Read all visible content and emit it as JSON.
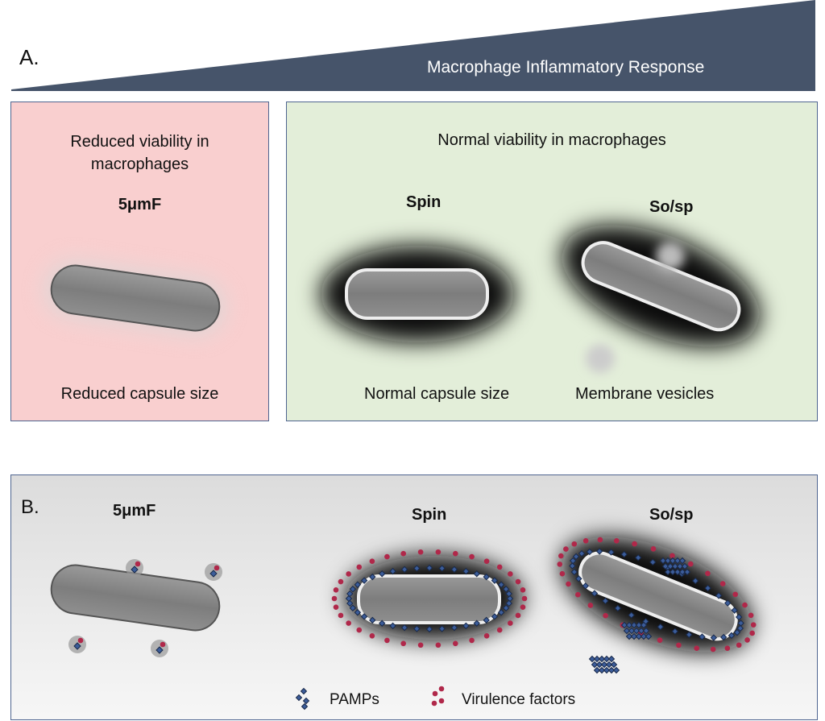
{
  "colors": {
    "triangle": "#46546a",
    "panel_red": "#f9cfcf",
    "panel_green": "#e3eed9",
    "border": "#4f6590",
    "pamp": "#2e4a7d",
    "virulence": "#b0284a"
  },
  "panel_a": {
    "label": "A.",
    "gradient_label": "Macrophage Inflammatory Response",
    "left": {
      "heading_line1": "Reduced viability in",
      "heading_line2": "macrophages",
      "strain": "5μmF",
      "caption": "Reduced capsule size"
    },
    "right": {
      "heading": "Normal viability in macrophages",
      "strain1": "Spin",
      "strain2": "So/sp",
      "caption1": "Normal capsule size",
      "caption2": "Membrane vesicles"
    }
  },
  "panel_b": {
    "label": "B.",
    "strain1": "5μmF",
    "strain2": "Spin",
    "strain3": "So/sp",
    "legend": [
      {
        "icon": "pamp-diamonds",
        "label": "PAMPs"
      },
      {
        "icon": "virulence-dots",
        "label": "Virulence factors"
      }
    ]
  }
}
